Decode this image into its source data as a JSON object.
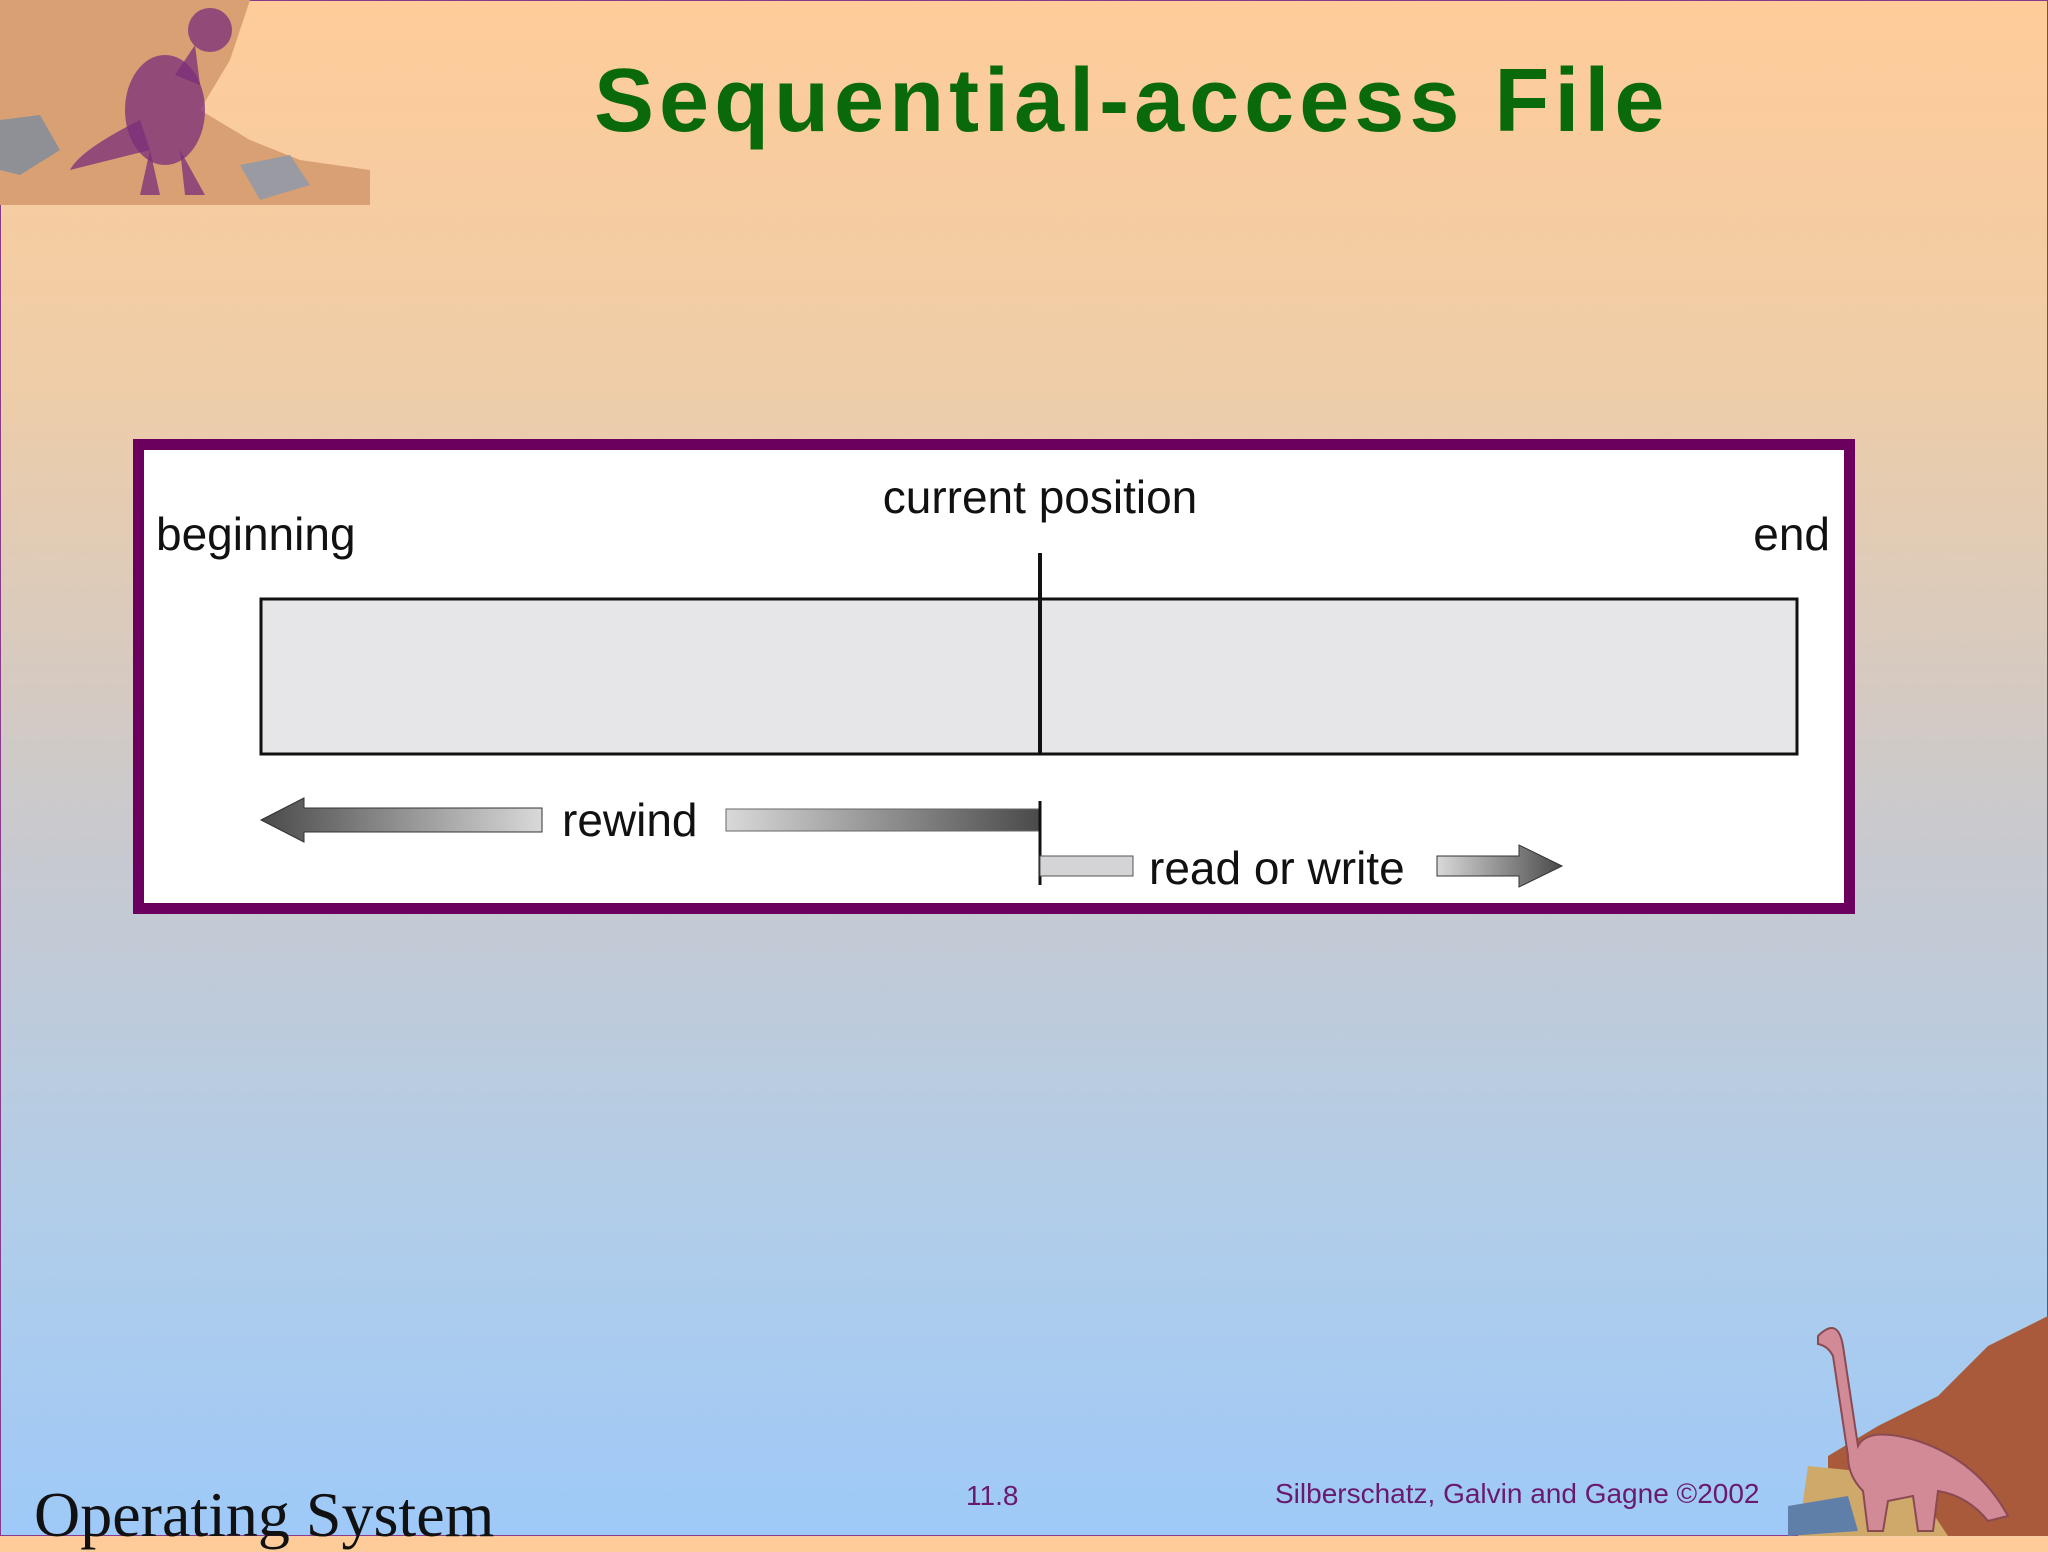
{
  "slide": {
    "title": "Sequential-access File",
    "footer": {
      "course": "Operating System",
      "page": "11.8",
      "credit": "Silberschatz, Galvin and  Gagne ©2002"
    }
  },
  "diagram": {
    "labels": {
      "beginning": "beginning",
      "current_position": "current position",
      "end": "end",
      "rewind": "rewind",
      "read_or_write": "read or write"
    }
  },
  "colors": {
    "title": "#0a6a0a",
    "panel_border": "#6b005f",
    "footer_text": "#6a1a6a",
    "file_fill": "#e6e6e8"
  },
  "icons": [
    "t-rex-dinosaur-icon",
    "brontosaurus-dinosaur-icon",
    "left-arrow-icon",
    "right-arrow-icon"
  ]
}
